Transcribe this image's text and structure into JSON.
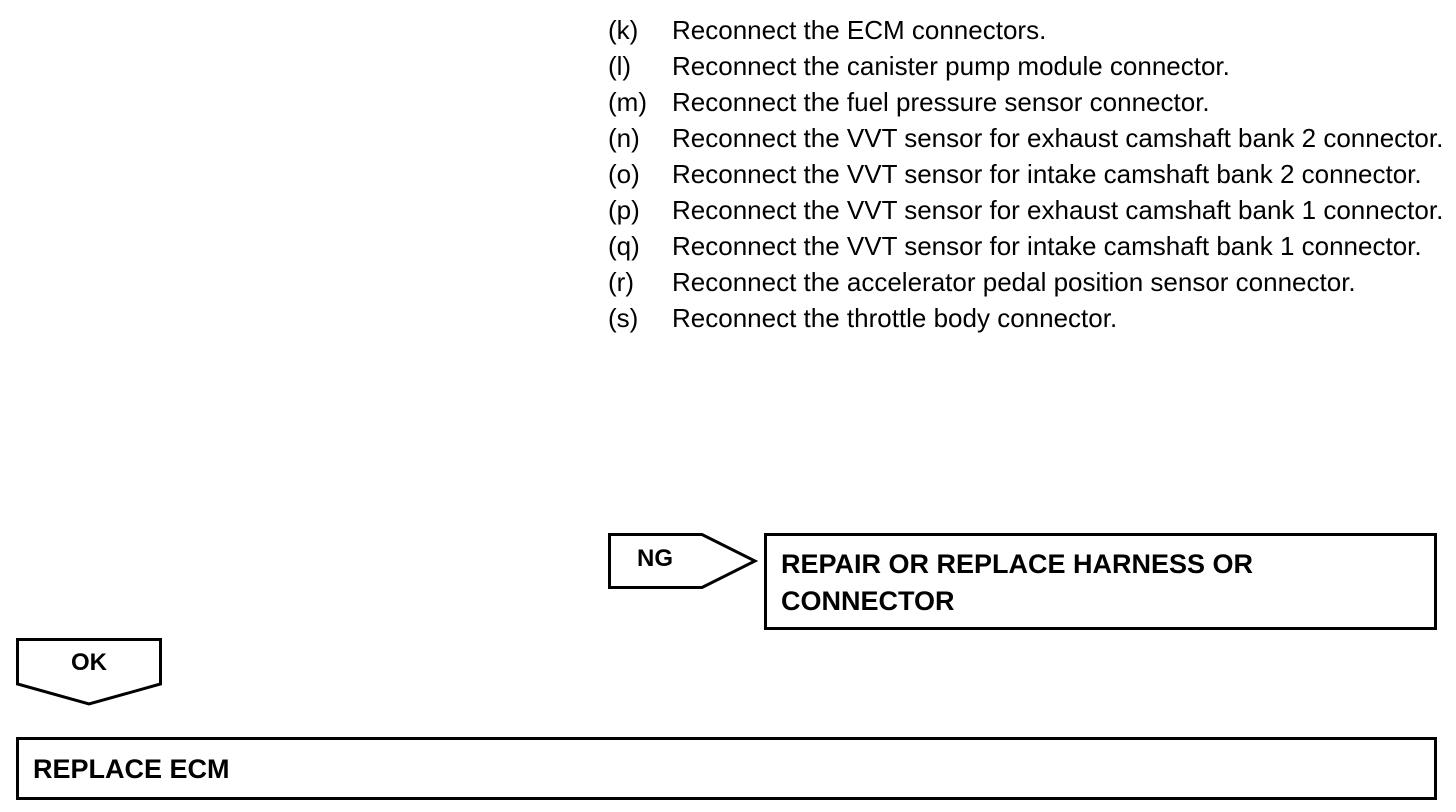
{
  "steps": [
    {
      "letter": "(k)",
      "text": "Reconnect the ECM connectors."
    },
    {
      "letter": "(l)",
      "text": "Reconnect the canister pump module connector."
    },
    {
      "letter": "(m)",
      "text": "Reconnect the fuel pressure sensor connector."
    },
    {
      "letter": "(n)",
      "text": "Reconnect the VVT sensor for exhaust camshaft bank 2 connector."
    },
    {
      "letter": "(o)",
      "text": "Reconnect the VVT sensor for intake camshaft bank 2 connector."
    },
    {
      "letter": "(p)",
      "text": "Reconnect the VVT sensor for exhaust camshaft bank 1 connector."
    },
    {
      "letter": "(q)",
      "text": "Reconnect the VVT sensor for intake camshaft bank 1 connector."
    },
    {
      "letter": "(r)",
      "text": "Reconnect the accelerator pedal position sensor connector."
    },
    {
      "letter": "(s)",
      "text": "Reconnect the throttle body connector."
    }
  ],
  "flow": {
    "ng_label": "NG",
    "ng_result": "REPAIR OR REPLACE HARNESS OR CONNECTOR",
    "ok_label": "OK",
    "ok_result": "REPLACE ECM"
  }
}
